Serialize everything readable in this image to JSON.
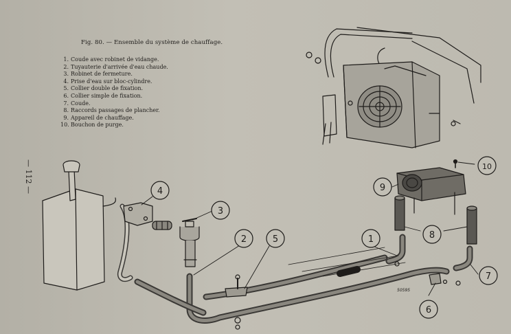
{
  "figure": {
    "caption": "Fig. 80. — Ensemble du système de chauffage.",
    "page_number": "— 112 —",
    "reference_code": "50595"
  },
  "legend": [
    {
      "num": "1.",
      "text": "Coude avec robinet de vidange."
    },
    {
      "num": "2.",
      "text": "Tuyauterie d'arrivée d'eau chaude."
    },
    {
      "num": "3.",
      "text": "Robinet de fermeture."
    },
    {
      "num": "4.",
      "text": "Prise d'eau sur bloc-cylindre."
    },
    {
      "num": "5.",
      "text": "Collier double de fixation."
    },
    {
      "num": "6.",
      "text": "Collier simple de fixation."
    },
    {
      "num": "7.",
      "text": "Coude."
    },
    {
      "num": "8.",
      "text": "Raccords passages de plancher."
    },
    {
      "num": "9.",
      "text": "Appareil de chauffage."
    },
    {
      "num": "10.",
      "text": "Bouchon de purge."
    }
  ],
  "callouts": [
    {
      "label": "1"
    },
    {
      "label": "2"
    },
    {
      "label": "3"
    },
    {
      "label": "4"
    },
    {
      "label": "5"
    },
    {
      "label": "6"
    },
    {
      "label": "7"
    },
    {
      "label": "8"
    },
    {
      "label": "9"
    },
    {
      "label": "10"
    }
  ],
  "colors": {
    "ink": "#1e1c1a",
    "pipe": "#3a3835",
    "paper": "#bdbab0"
  }
}
